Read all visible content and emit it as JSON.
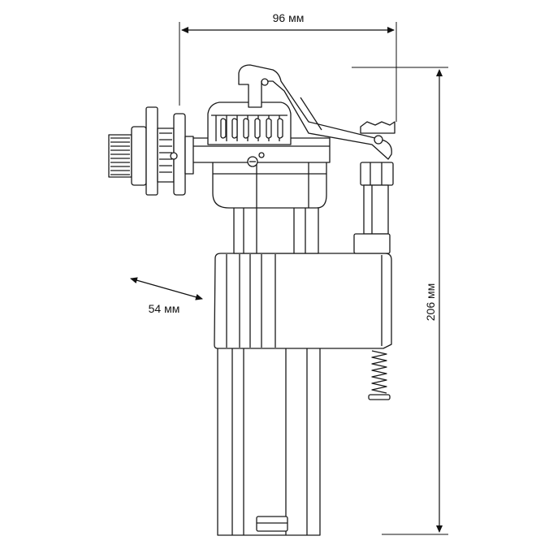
{
  "dimensions": {
    "width_label": "96 мм",
    "depth_label": "54 мм",
    "height_label": "206 мм"
  },
  "colors": {
    "line": "#1a1a1a",
    "background": "#ffffff",
    "fill_light": "#ffffff"
  }
}
